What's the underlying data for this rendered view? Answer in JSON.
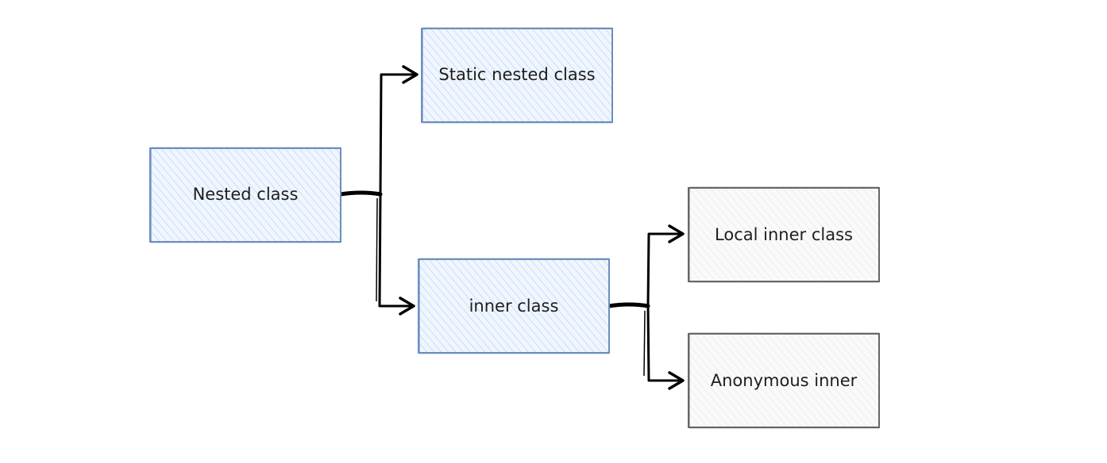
{
  "diagram": {
    "nodes": [
      {
        "id": "nested",
        "label": "Nested class",
        "color": "#6c8ebf"
      },
      {
        "id": "static",
        "label": "Static nested class",
        "color": "#6c8ebf"
      },
      {
        "id": "inner",
        "label": "inner class",
        "color": "#6c8ebf"
      },
      {
        "id": "local",
        "label": "Local inner class",
        "color": "#666666"
      },
      {
        "id": "anon",
        "label": "Anonymous inner",
        "color": "#666666"
      }
    ],
    "edges": [
      {
        "from": "nested",
        "to": "static"
      },
      {
        "from": "nested",
        "to": "inner"
      },
      {
        "from": "inner",
        "to": "local"
      },
      {
        "from": "inner",
        "to": "anon"
      }
    ],
    "colors": {
      "blue_stroke": "#6c8ebf",
      "blue_fill": "#dae8fc",
      "gray_stroke": "#666666",
      "gray_fill": "#f5f5f5",
      "arrow": "#000000"
    }
  }
}
